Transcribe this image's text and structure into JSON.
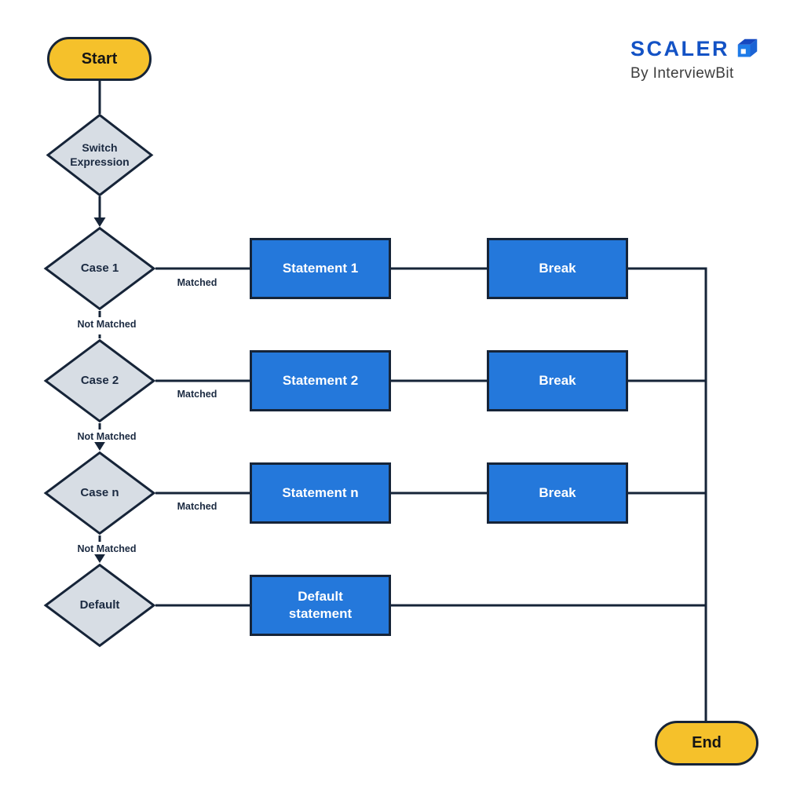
{
  "colors": {
    "canvas": "#ffffff",
    "stroke": "#162438",
    "terminal_fill": "#F5C12B",
    "terminal_text": "#151515",
    "decision_fill": "#D7DDE4",
    "decision_text": "#1B2A41",
    "process_fill": "#2478DB",
    "process_text": "#ffffff",
    "label_text": "#1B2A41",
    "brand_blue": "#1352C5",
    "byline_gray": "#3D3D3D"
  },
  "header": {
    "brand": "SCALER",
    "byline": "By InterviewBit"
  },
  "flowchart": {
    "start": {
      "label": "Start"
    },
    "switch_decision": {
      "label": "Switch\nExpression"
    },
    "edge_labels": {
      "matched": "Matched",
      "not_matched": "Not Matched"
    },
    "rows": [
      {
        "case_label": "Case 1",
        "statement_label": "Statement 1",
        "break_label": "Break"
      },
      {
        "case_label": "Case 2",
        "statement_label": "Statement 2",
        "break_label": "Break"
      },
      {
        "case_label": "Case n",
        "statement_label": "Statement n",
        "break_label": "Break"
      },
      {
        "case_label": "Default",
        "statement_label": "Default\nstatement"
      }
    ],
    "end": {
      "label": "End"
    }
  }
}
